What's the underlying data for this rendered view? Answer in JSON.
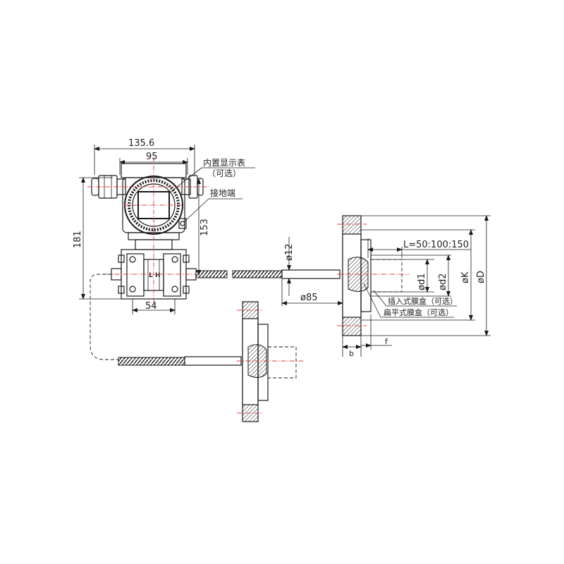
{
  "dimensions": {
    "housing_width": "135.6",
    "display_width": "95",
    "total_height": "181",
    "height_153": "153",
    "flange_spacing": "54",
    "capillary_dia": "ø12",
    "extension_dia": "ø85",
    "insert_length": "L=50:100:150",
    "d1": "ød1",
    "d2": "ød2",
    "k": "øK",
    "d": "øD",
    "b": "b",
    "f": "f"
  },
  "labels": {
    "display": "内置显示表",
    "display_optional": "（可选）",
    "ground": "接地端",
    "insert_diaphragm": "插入式膜盒（可选）",
    "flat_diaphragm": "扁平式膜盒（可选）",
    "low_side": "L",
    "high_side": "H"
  }
}
